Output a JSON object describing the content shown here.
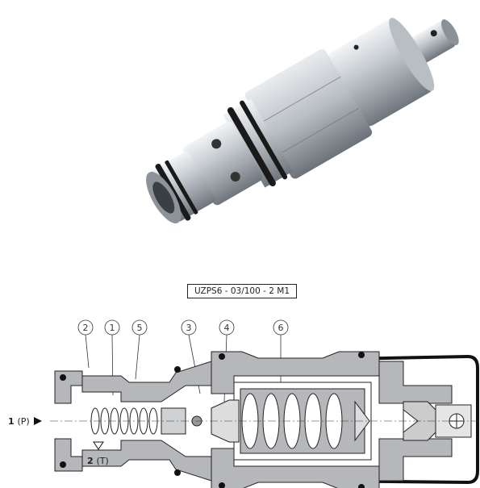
{
  "model_code": "UZPS6 - 03/100 - 2 M1",
  "callouts": [
    "2",
    "1",
    "5",
    "3",
    "4",
    "6"
  ],
  "ports": {
    "p_main": "1",
    "p_sub": "(P)",
    "t_main": "2",
    "t_sub": "(T)"
  },
  "colors": {
    "metal_light": "#d9dde1",
    "metal_dark": "#7b8188",
    "section_fill": "#b5b7ba",
    "outline": "#222222"
  }
}
